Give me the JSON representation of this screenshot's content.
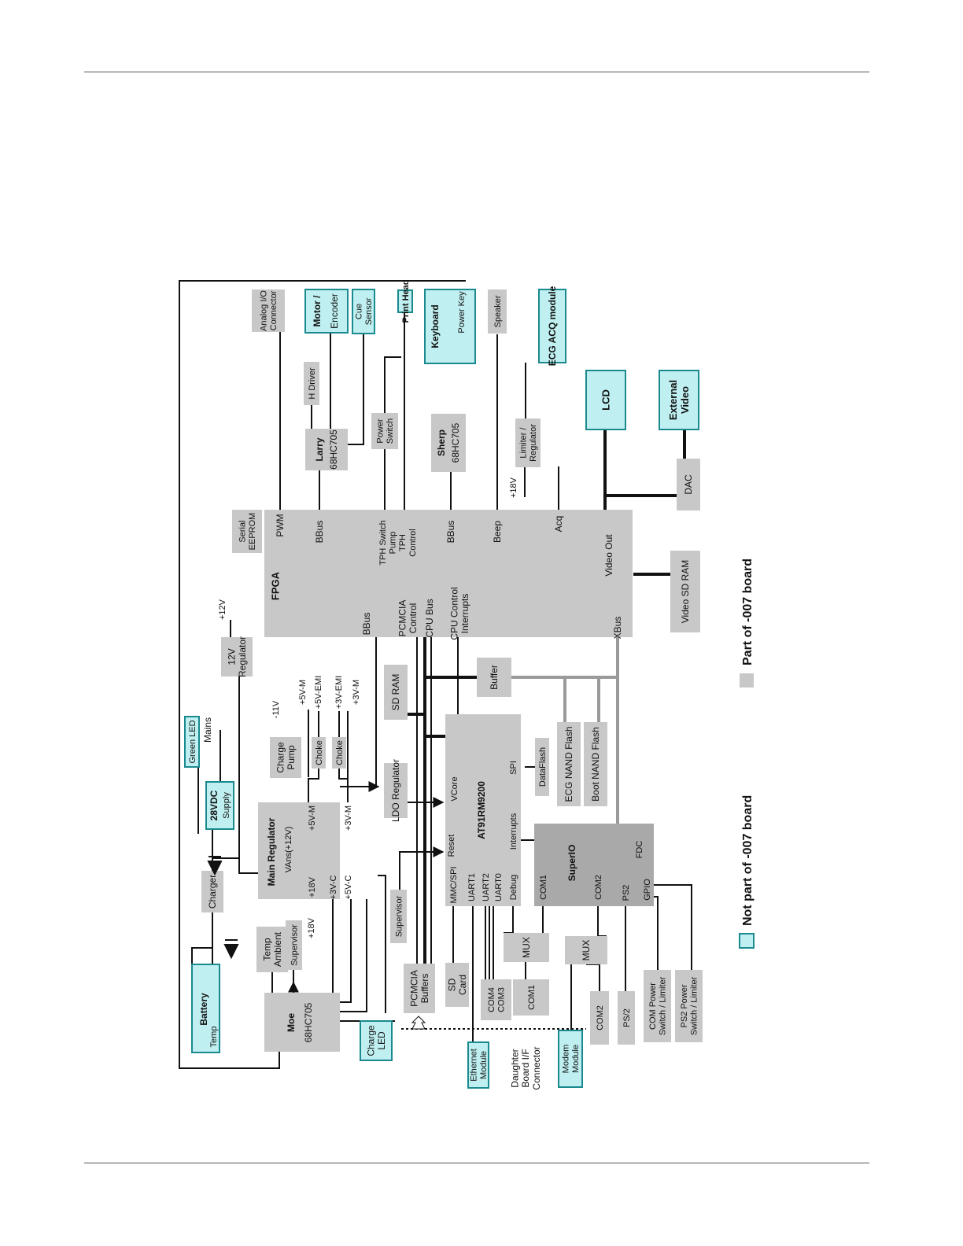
{
  "colors": {
    "part_of_007": "#c8c8c8",
    "not_part_of_007": "#bfeff0",
    "not_part_border": "#1a8a8f",
    "superio_fill": "#a9a9a9",
    "line": "#111111",
    "bus_gray": "#9a9a9a"
  },
  "legend": {
    "not_part": "Not part of -007 board",
    "part": "Part of -007 board"
  },
  "blocks": {
    "fpga": {
      "title": "FPGA"
    },
    "at91": {
      "title": "AT91RM9200"
    },
    "superio": {
      "title": "SuperIO"
    },
    "main_regulator": {
      "title": "Main Regulator"
    },
    "moe": {
      "title": "Moe",
      "sub": "68HC705"
    },
    "larry": {
      "title": "Larry",
      "sub": "68HC705"
    },
    "sherp": {
      "title": "Sherp",
      "sub": "68HC705"
    },
    "battery": {
      "title": "Battery",
      "sub": "Temp"
    },
    "supply_28v": {
      "title": "28VDC",
      "sub": "Supply"
    },
    "green_led": "Green LED",
    "mains": "Mains",
    "charger": "Charger",
    "temp_ambient": [
      "Temp",
      "Ambient"
    ],
    "supervisor_1": "Supervisor",
    "supervisor_2": "Supervisor",
    "charge_led": [
      "Charge",
      "LED"
    ],
    "twelve_v_reg": [
      "12V",
      "Regulator"
    ],
    "charge_pump": [
      "Charge",
      "Pump"
    ],
    "choke1": "Choke",
    "choke2": "Choke",
    "ldo": "LDO Regulator",
    "sd_ram": "SD RAM",
    "buffer": "Buffer",
    "pcmcia_buffers": [
      "PCMCIA",
      "Buffers"
    ],
    "sd_card": [
      "SD",
      "Card"
    ],
    "dataflash": "DataFlash",
    "ecg_nand": "ECG NAND Flash",
    "boot_nand": "Boot NAND Flash",
    "video_sdram": "Video SD RAM",
    "serial_eeprom": [
      "Serial",
      "EEPROM"
    ],
    "analog_io": [
      "Analog I/O",
      "Connector"
    ],
    "motor_encoder": [
      "Motor /",
      "Encoder"
    ],
    "cue_sensor": [
      "Cue",
      "Sensor"
    ],
    "h_driver": "H Driver",
    "print_head": "Print Head",
    "power_switch": [
      "Power",
      "Switch"
    ],
    "keyboard": "Keyboard",
    "power_key": "Power Key",
    "speaker": "Speaker",
    "ecg_acq": "ECG ACQ module",
    "limiter_reg": [
      "Limiter /",
      "Regulator"
    ],
    "lcd": "LCD",
    "external_video": [
      "External",
      "Video"
    ],
    "dac": "DAC",
    "mux1": "MUX",
    "mux2": "MUX",
    "com_group": [
      "COM4",
      "COM3"
    ],
    "com1_box": "COM1",
    "com2_box": "COM2",
    "ps2_box": "PS/2",
    "com_power": [
      "COM Power",
      "Switch / Limiter"
    ],
    "ps2_power": [
      "PS2 Power",
      "Switch / Limiter"
    ],
    "ethernet": [
      "Ethernet",
      "Module"
    ],
    "modem": [
      "Modem",
      "Module"
    ],
    "daughter": [
      "Daughter",
      "Board I/F",
      "Connector"
    ]
  },
  "labels": {
    "fpga_pins": {
      "pwm": "PWM",
      "bbus1": "BBus",
      "tph": [
        "TPH Switch",
        "Pump",
        "TPH",
        "Control"
      ],
      "bbus2": "BBus",
      "beep": "Beep",
      "acq": "Acq",
      "video_out": "Video Out",
      "xbus": "XBus",
      "bbus3": "BBus",
      "pcmcia_ctrl": [
        "PCMCIA",
        "Control"
      ],
      "cpu_bus": "CPU Bus",
      "cpu_ctrl": [
        "CPU Control",
        "Interrupts"
      ]
    },
    "at91_pins": {
      "reset": "Reset",
      "vcore": "VCore",
      "spi": "SPI",
      "mmc": "MMC/SPI",
      "uart1": "UART1",
      "uart2": "UART2",
      "uart0": "UART0",
      "debug": "Debug",
      "interrupts": "Interrupts"
    },
    "superio_pins": {
      "fdc": "FDC",
      "com1": "COM1",
      "com2": "COM2",
      "ps2": "PS2",
      "gpio": "GPIO"
    },
    "reg_pins": {
      "vans": "VAns(+12V)",
      "p5vm": "+5V-M",
      "p3vm": "+3V-M",
      "p18v": "+18V",
      "p3vc": "+3V-C",
      "p5vc": "+5V-C"
    },
    "rails": {
      "m11v": "-11V",
      "p5vm": "+5V-M",
      "p5vemi": "+5V-EMI",
      "p3vemi": "+3V-EMI",
      "p3vm": "+3V-M",
      "p12v": "+12V",
      "p18v_a": "+18V",
      "p18v_b": "+18V"
    }
  }
}
